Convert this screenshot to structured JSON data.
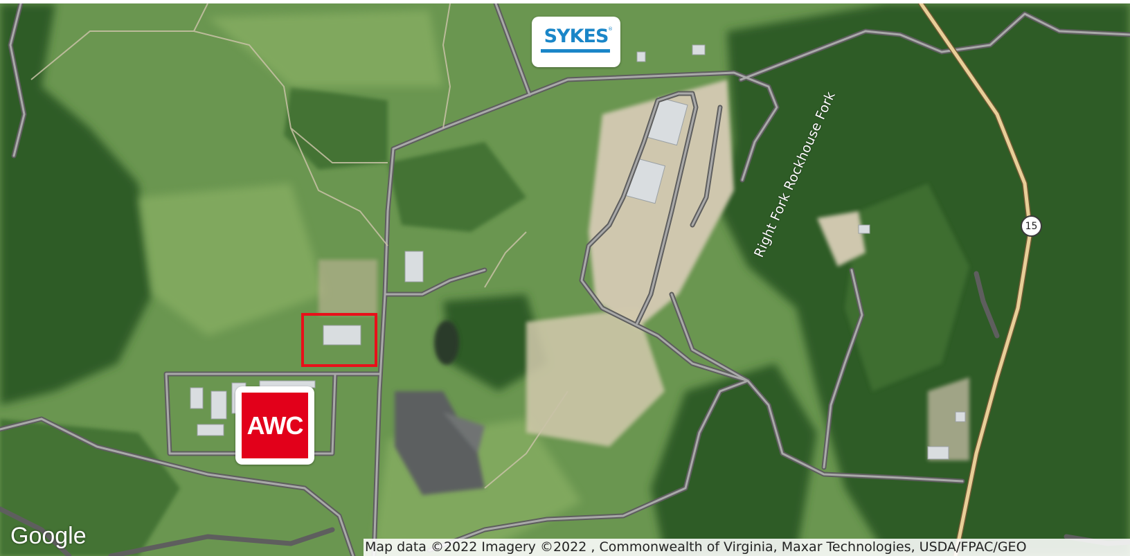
{
  "map": {
    "type": "satellite",
    "colors": {
      "forest": "#2f5e28",
      "field": "#6e9a4f",
      "clearing": "#cfc7ae",
      "road": "#7a7a7a",
      "highway": "#e3c992",
      "parcel_outline": "#e8101a"
    }
  },
  "markers": {
    "sykes": {
      "text": "SYKES",
      "reg": "®",
      "color": "#1a86c8"
    },
    "awc": {
      "text": "AWC",
      "color": "#e2001a"
    }
  },
  "labels": {
    "creek": "Right Fork Rockhouse Fork",
    "route": "15"
  },
  "footer": {
    "google": "Google",
    "attribution": "Map data ©2022 Imagery ©2022 , Commonwealth of Virginia, Maxar Technologies, USDA/FPAC/GEO"
  }
}
